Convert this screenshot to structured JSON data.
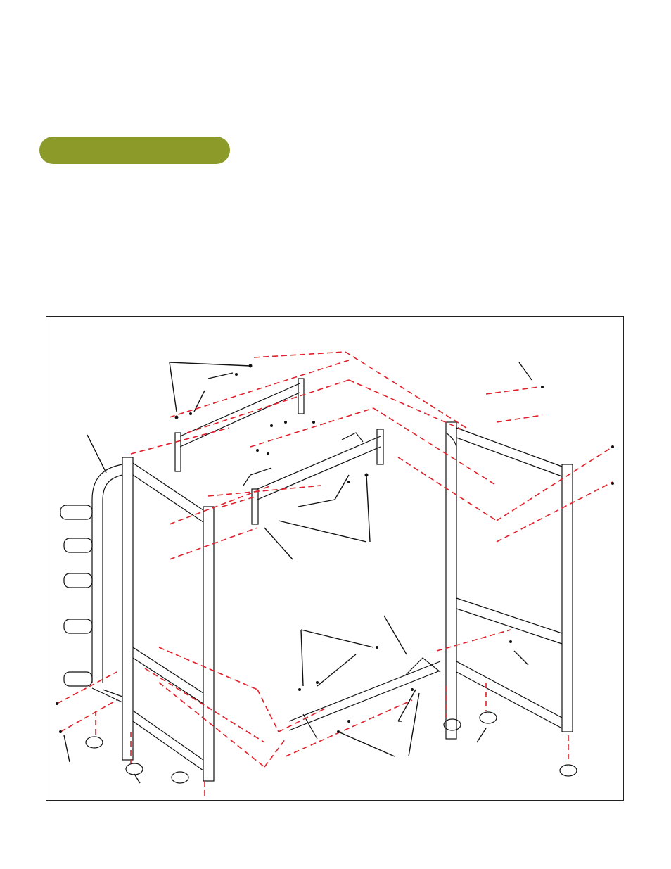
{
  "section": {
    "pill_color": "#8c9a2a"
  },
  "figure": {
    "description_icons": [
      "rack-frame-left",
      "rack-frame-right",
      "crossbar-top",
      "pullup-bar",
      "base-crossbar",
      "foot-pads",
      "bolts",
      "dashed-assembly-lines"
    ],
    "colors": {
      "line": "#111111",
      "dash": "#e0202a"
    }
  }
}
